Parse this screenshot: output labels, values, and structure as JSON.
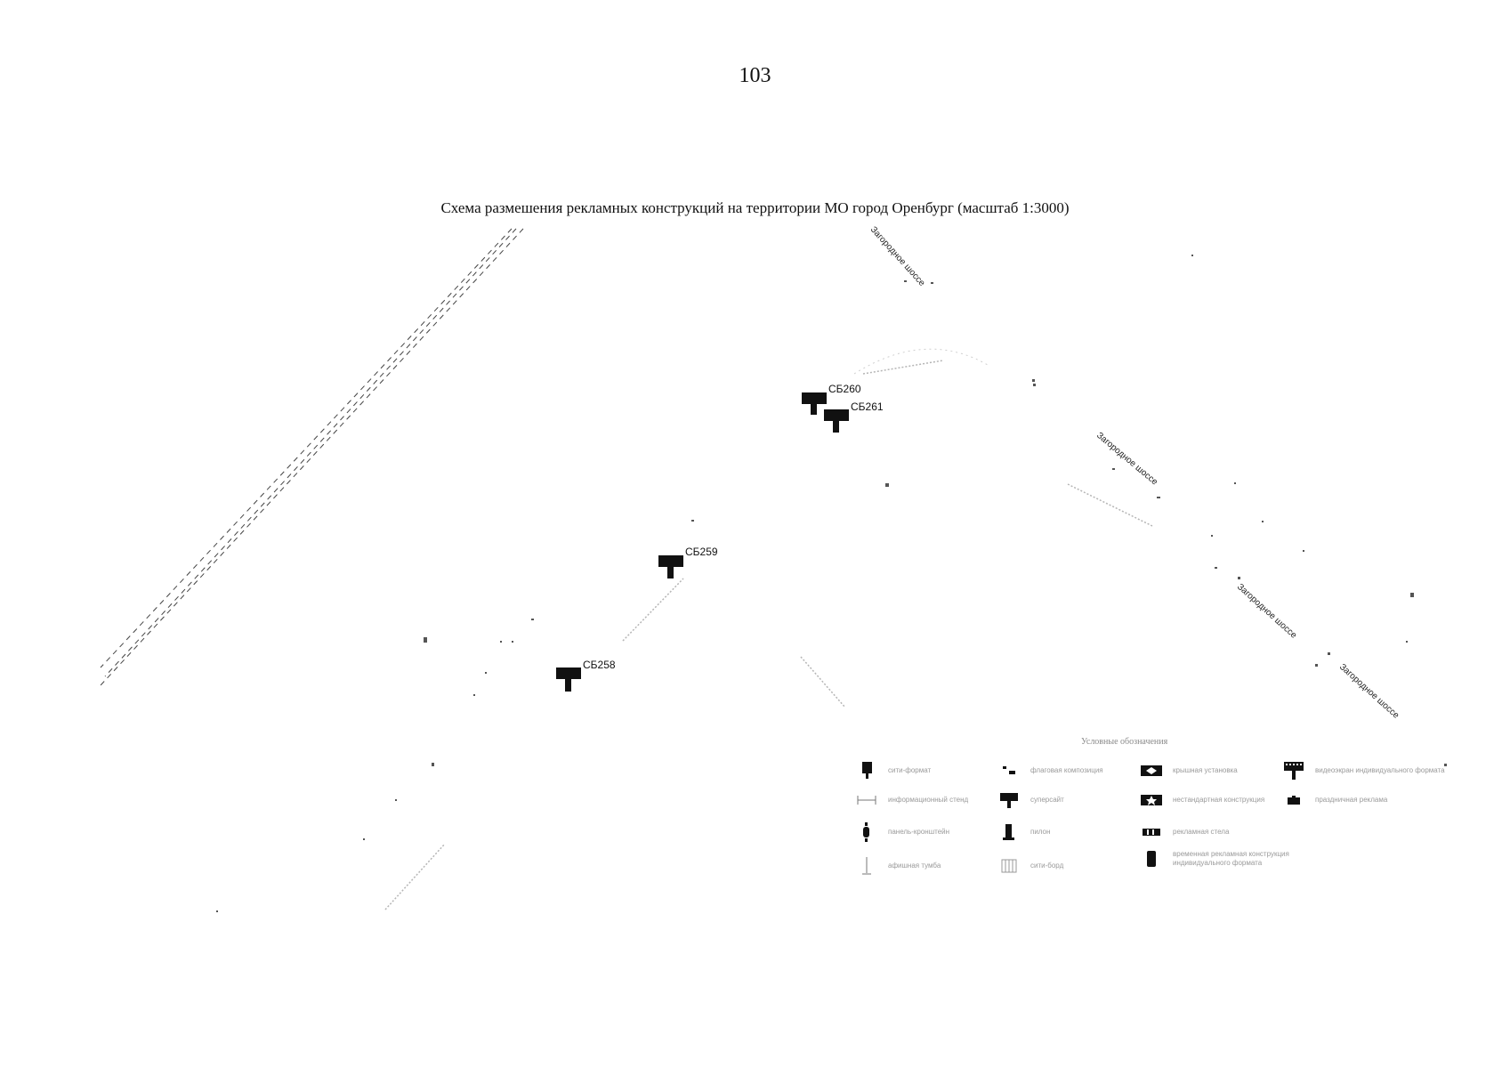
{
  "page": {
    "number": "103"
  },
  "map": {
    "title": "Схема размешения рекламных конструкций на территории МО город Оренбург (масштаб 1:3000)"
  },
  "markers": [
    {
      "id": "СБ260",
      "label": "СБ260"
    },
    {
      "id": "СБ261",
      "label": "СБ261"
    },
    {
      "id": "СБ259",
      "label": "СБ259"
    },
    {
      "id": "СБ258",
      "label": "СБ258"
    }
  ],
  "roads": [
    "Загородное шоссе",
    "Загородное шоссе",
    "Загородное шоссе",
    "Загородное шоссе"
  ],
  "legend": {
    "title": "Условные обозначения",
    "items": [
      {
        "label": "сити-формат"
      },
      {
        "label": "флаговая композиция"
      },
      {
        "label": "крышная установка"
      },
      {
        "label": "видеоэкран индивидуального формата"
      },
      {
        "label": "информационный стенд"
      },
      {
        "label": "суперсайт"
      },
      {
        "label": "нестандартная конструкция"
      },
      {
        "label": "праздничная реклама"
      },
      {
        "label": "панель-кронштейн"
      },
      {
        "label": "пилон"
      },
      {
        "label": "рекламная стела"
      },
      {
        "label": "афишная тумба"
      },
      {
        "label": "сити-борд"
      },
      {
        "label": "временная рекламная конструкция индивидуального формата"
      }
    ]
  }
}
